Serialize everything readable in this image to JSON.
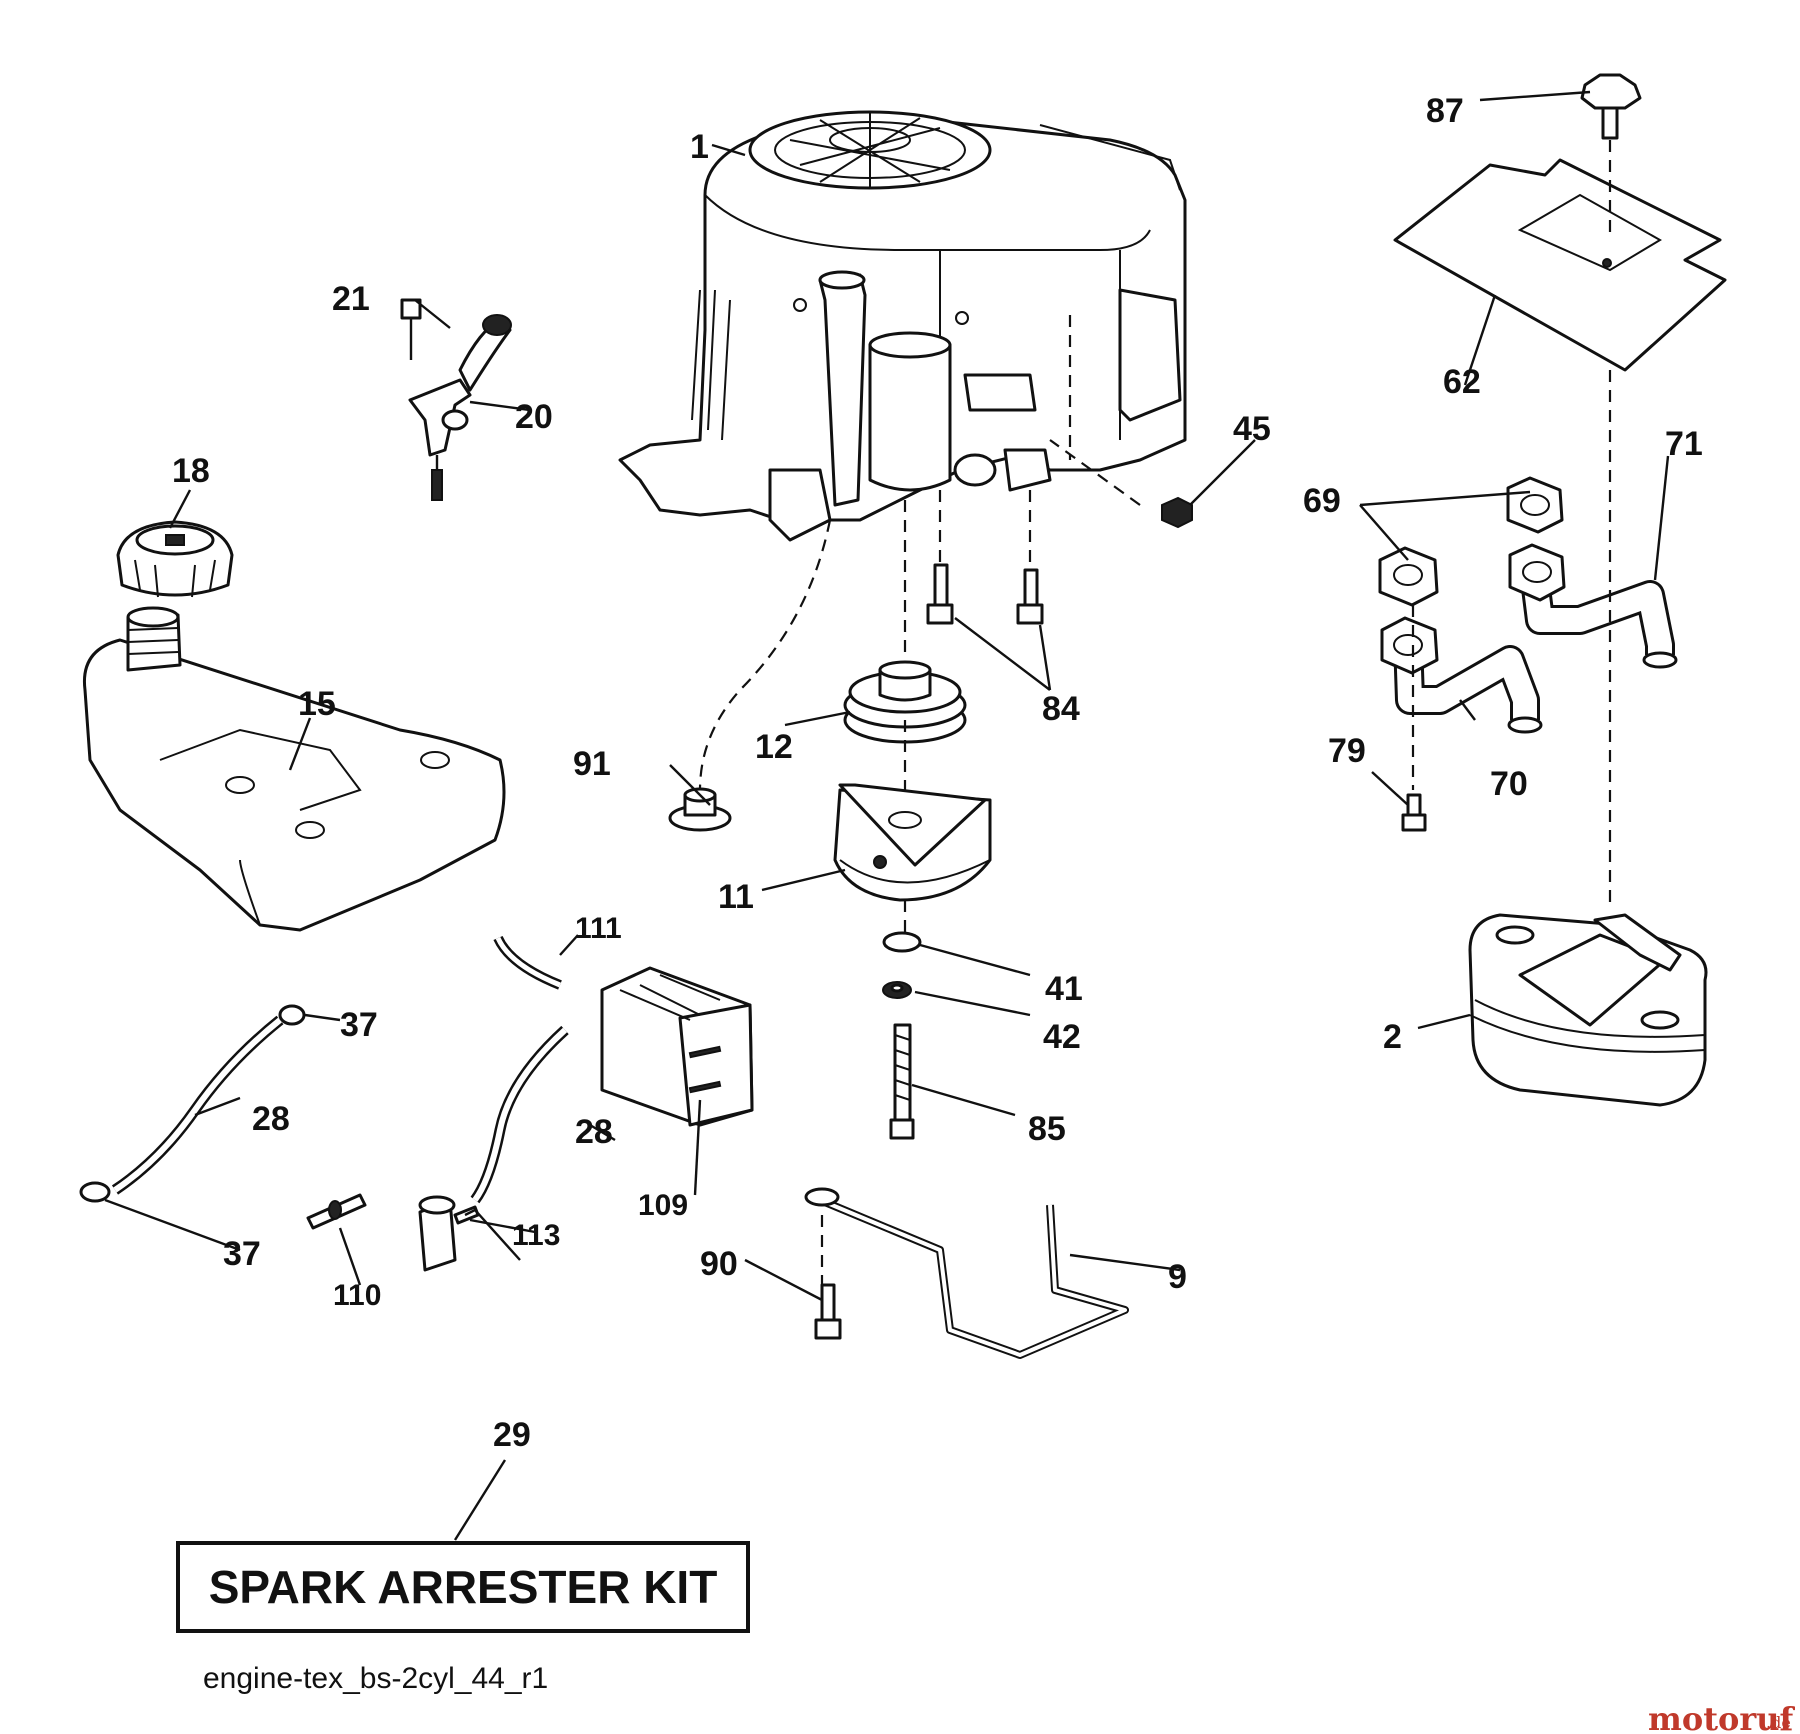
{
  "diagram": {
    "parts": [
      {
        "key": "1",
        "label": "1"
      },
      {
        "key": "2",
        "label": "2"
      },
      {
        "key": "9",
        "label": "9"
      },
      {
        "key": "11",
        "label": "11"
      },
      {
        "key": "12",
        "label": "12"
      },
      {
        "key": "15",
        "label": "15"
      },
      {
        "key": "18",
        "label": "18"
      },
      {
        "key": "20",
        "label": "20"
      },
      {
        "key": "21",
        "label": "21"
      },
      {
        "key": "28a",
        "label": "28"
      },
      {
        "key": "28b",
        "label": "28"
      },
      {
        "key": "29",
        "label": "29"
      },
      {
        "key": "37a",
        "label": "37"
      },
      {
        "key": "37b",
        "label": "37"
      },
      {
        "key": "41",
        "label": "41"
      },
      {
        "key": "42",
        "label": "42"
      },
      {
        "key": "45",
        "label": "45"
      },
      {
        "key": "62",
        "label": "62"
      },
      {
        "key": "69",
        "label": "69"
      },
      {
        "key": "70",
        "label": "70"
      },
      {
        "key": "71",
        "label": "71"
      },
      {
        "key": "79",
        "label": "79"
      },
      {
        "key": "84",
        "label": "84"
      },
      {
        "key": "85",
        "label": "85"
      },
      {
        "key": "87",
        "label": "87"
      },
      {
        "key": "90",
        "label": "90"
      },
      {
        "key": "91",
        "label": "91"
      },
      {
        "key": "109",
        "label": "109"
      },
      {
        "key": "110",
        "label": "110"
      },
      {
        "key": "111",
        "label": "111"
      },
      {
        "key": "113",
        "label": "113"
      }
    ],
    "kit_label": "SPARK ARRESTER KIT",
    "drawing_id": "engine-tex_bs-2cyl_44_r1",
    "watermark": {
      "brand": "motoruf",
      "suffix": ".de"
    }
  }
}
